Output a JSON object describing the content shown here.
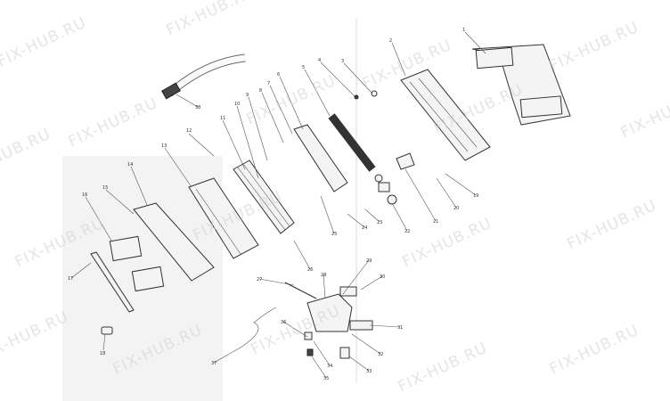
{
  "diagram": {
    "title": "Indoor unit exploded parts diagram",
    "watermark": "FIX-HUB.RU",
    "part_labels": [
      "1",
      "2",
      "3",
      "4",
      "5",
      "6",
      "7",
      "8",
      "9",
      "10",
      "11",
      "12",
      "13",
      "14",
      "15",
      "16",
      "17",
      "18",
      "19",
      "20",
      "21",
      "22",
      "23",
      "24",
      "25",
      "26",
      "27",
      "28",
      "29",
      "30",
      "31",
      "32",
      "33",
      "34",
      "35",
      "36",
      "37",
      "38"
    ]
  }
}
